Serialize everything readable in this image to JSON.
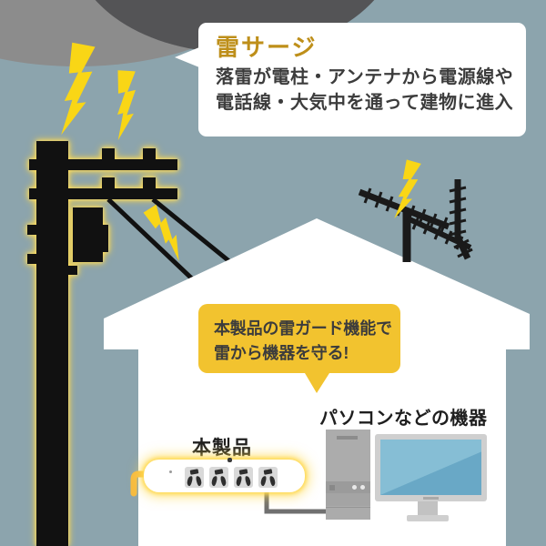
{
  "note": {
    "title": "雷サージ",
    "lines": [
      "落雷が電柱・アンテナから電源線や",
      "電話線・大気中を通って建物に進入"
    ],
    "title_color": "#BE8F1A",
    "bg": "#FFFFFF"
  },
  "bubble": {
    "lines": [
      "本製品の雷ガード機能で",
      "雷から機器を守る!"
    ],
    "bg": "#F2C32F",
    "text_color": "#3C3C3C"
  },
  "labels": {
    "product": "本製品",
    "devices": "パソコンなどの機器"
  },
  "colors": {
    "sky": "#8CA4AD",
    "cloud_light": "#8C8C8C",
    "cloud_dark": "#545456",
    "lightning_yellow": "#F9D616",
    "glow_yellow": "#FFDF5E",
    "house_white": "#FFFFFF",
    "pole_black": "#111111",
    "bubble_yellow": "#F2C32F",
    "title_gold": "#BE8F1A",
    "monitor_screen_blue": "#69A8C6",
    "power_cord_orange": "#F6BB41"
  },
  "icons": {
    "storm_cloud": "storm-cloud",
    "lightning": "lightning-bolt",
    "utility_pole": "utility-pole",
    "house": "house",
    "antenna": "tv-antenna",
    "power_strip": "power-strip",
    "pc": "pc-tower-and-monitor"
  }
}
